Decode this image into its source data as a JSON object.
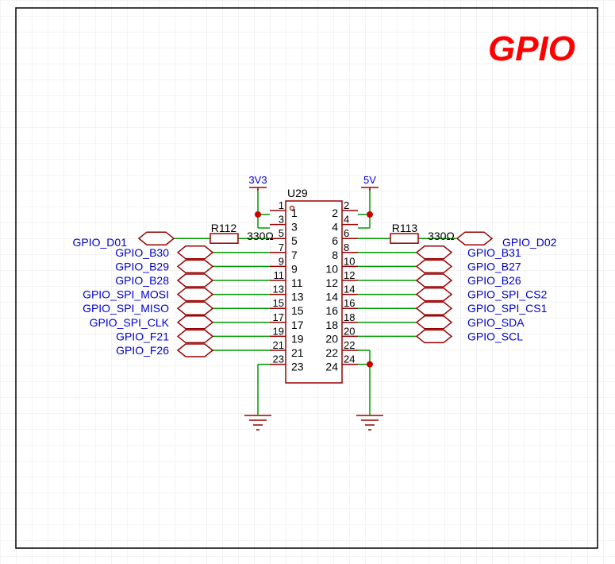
{
  "sheet": {
    "title": "GPIO",
    "title_color": "#ff0000",
    "grid_color": "#e6e6e6",
    "border_color": "#000000"
  },
  "colors": {
    "wire": "#009900",
    "symbol": "#990000",
    "net_label": "#0000cc",
    "junction": "#cc0000",
    "text": "#000000"
  },
  "header": {
    "designator": "U29",
    "left_pins": [
      "1",
      "3",
      "5",
      "7",
      "9",
      "11",
      "13",
      "15",
      "17",
      "19",
      "21",
      "23"
    ],
    "right_pins": [
      "2",
      "4",
      "6",
      "8",
      "10",
      "12",
      "14",
      "16",
      "18",
      "20",
      "22",
      "24"
    ]
  },
  "power": {
    "left_net": "3V3",
    "right_net": "5V"
  },
  "resistors": {
    "left": {
      "designator": "R112",
      "value": "330Ω"
    },
    "right": {
      "designator": "R113",
      "value": "330Ω"
    }
  },
  "net_labels": {
    "left": [
      "GPIO_D01",
      "GPIO_B30",
      "GPIO_B29",
      "GPIO_B28",
      "GPIO_SPI_MOSI",
      "GPIO_SPI_MISO",
      "GPIO_SPI_CLK",
      "GPIO_F21",
      "GPIO_F26"
    ],
    "right": [
      "GPIO_D02",
      "GPIO_B31",
      "GPIO_B27",
      "GPIO_B26",
      "GPIO_SPI_CS2",
      "GPIO_SPI_CS1",
      "GPIO_SDA",
      "GPIO_SCL"
    ]
  },
  "ground": {
    "symbol_icon": "ground-icon",
    "junction_icon": "junction-dot-icon",
    "port_icon": "net-port-icon"
  }
}
